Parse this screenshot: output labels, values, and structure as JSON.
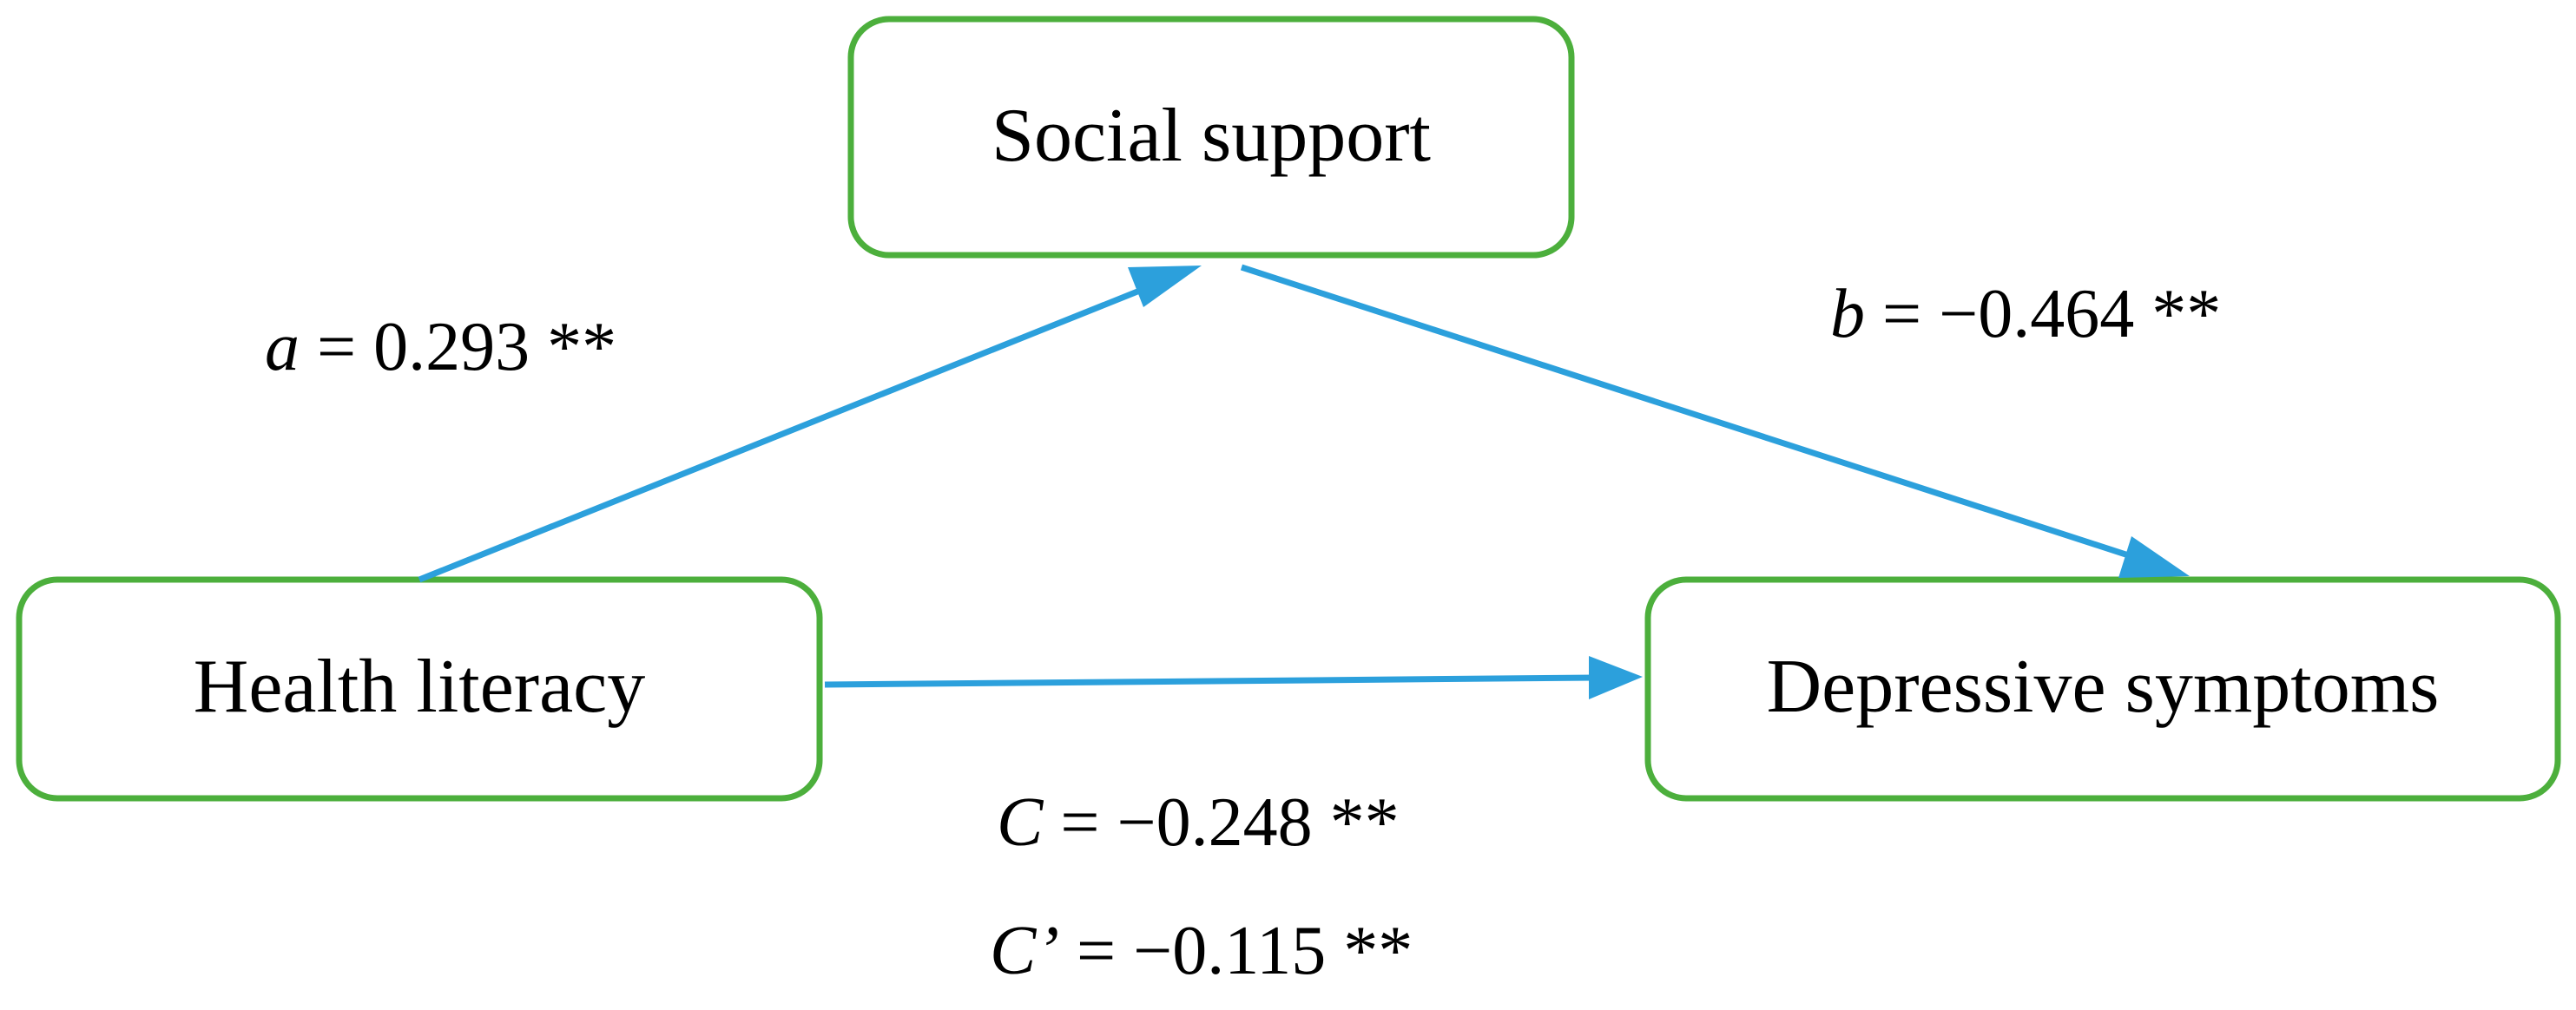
{
  "nodes": {
    "social_support": "Social support",
    "health_literacy": "Health literacy",
    "depressive_symptoms": "Depressive symptoms"
  },
  "paths": {
    "a": {
      "symbol": "a",
      "value": " = 0.293 **"
    },
    "b": {
      "symbol": "b",
      "value": " = −0.464 **"
    },
    "c": {
      "symbol": "C",
      "value": " = −0.248 **"
    },
    "c_prime": {
      "symbol": "C’",
      "value": " = −0.115 **"
    }
  },
  "colors": {
    "box_border": "#4caf3c",
    "arrow": "#2ca0dc",
    "text": "#000000"
  }
}
